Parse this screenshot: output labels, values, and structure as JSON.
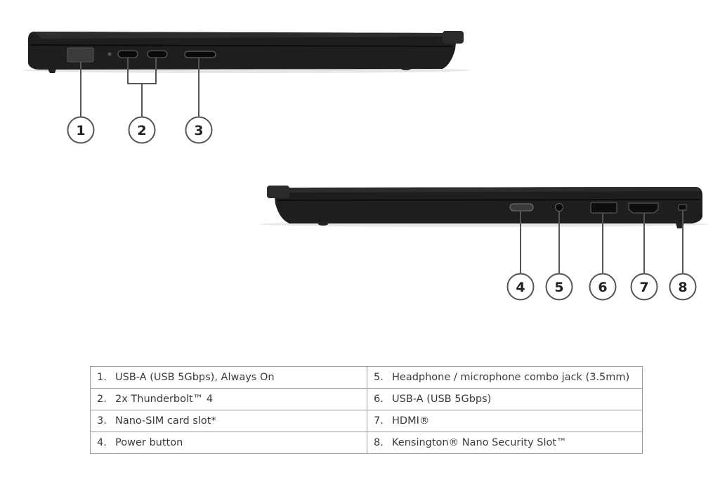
{
  "callouts_left_side": [
    "1",
    "2",
    "3"
  ],
  "callouts_right_side": [
    "4",
    "5",
    "6",
    "7",
    "8"
  ],
  "legend": {
    "left_column": [
      {
        "num": "1.",
        "label": "USB-A (USB 5Gbps), Always On"
      },
      {
        "num": "2.",
        "label": "2x Thunderbolt™ 4"
      },
      {
        "num": "3.",
        "label": "Nano-SIM card slot*"
      },
      {
        "num": "4.",
        "label": "Power button"
      }
    ],
    "right_column": [
      {
        "num": "5.",
        "label": "Headphone / microphone combo jack (3.5mm)"
      },
      {
        "num": "6.",
        "label": "USB-A (USB 5Gbps)"
      },
      {
        "num": "7.",
        "label": "HDMI®"
      },
      {
        "num": "8.",
        "label": "Kensington® Nano Security Slot™"
      }
    ]
  },
  "colors": {
    "chassis": "#1e1e1f",
    "line": "#555555",
    "table_border": "#9a9a9a"
  }
}
